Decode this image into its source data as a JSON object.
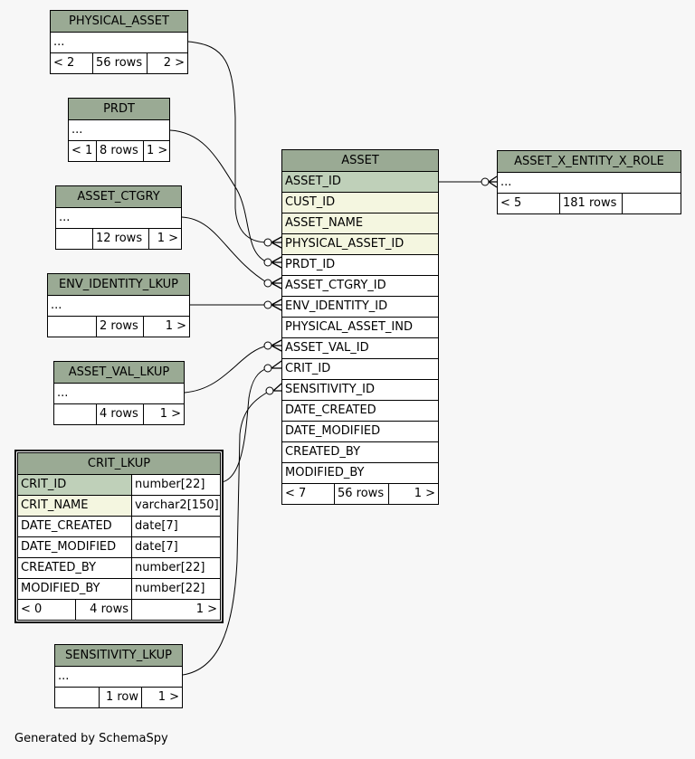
{
  "diagram": {
    "generator_note": "Generated by SchemaSpy",
    "colors": {
      "header": "#9aaa94",
      "primary_key": "#bfd0b9",
      "indexed": "#f4f6e0",
      "background": "#f7f7f7"
    },
    "tables": {
      "physical_asset": {
        "name": "PHYSICAL_ASSET",
        "rows": [
          "..."
        ],
        "footer": [
          "< 2",
          "56 rows",
          "2 >"
        ]
      },
      "prdt": {
        "name": "PRDT",
        "rows": [
          "..."
        ],
        "footer": [
          "< 1",
          "8 rows",
          "1 >"
        ]
      },
      "asset_ctgry": {
        "name": "ASSET_CTGRY",
        "rows": [
          "..."
        ],
        "footer": [
          "",
          "12 rows",
          "1 >"
        ]
      },
      "env_identity_lkup": {
        "name": "ENV_IDENTITY_LKUP",
        "rows": [
          "..."
        ],
        "footer": [
          "",
          "2 rows",
          "1 >"
        ]
      },
      "asset_val_lkup": {
        "name": "ASSET_VAL_LKUP",
        "rows": [
          "..."
        ],
        "footer": [
          "",
          "4 rows",
          "1 >"
        ]
      },
      "crit_lkup": {
        "name": "CRIT_LKUP",
        "columns": [
          {
            "name": "CRIT_ID",
            "type": "number[22]"
          },
          {
            "name": "CRIT_NAME",
            "type": "varchar2[150]"
          },
          {
            "name": "DATE_CREATED",
            "type": "date[7]"
          },
          {
            "name": "DATE_MODIFIED",
            "type": "date[7]"
          },
          {
            "name": "CREATED_BY",
            "type": "number[22]"
          },
          {
            "name": "MODIFIED_BY",
            "type": "number[22]"
          }
        ],
        "footer": [
          "< 0",
          "4 rows",
          "1 >"
        ]
      },
      "sensitivity_lkup": {
        "name": "SENSITIVITY_LKUP",
        "rows": [
          "..."
        ],
        "footer": [
          "",
          "1 row",
          "1 >"
        ]
      },
      "asset": {
        "name": "ASSET",
        "columns": [
          "ASSET_ID",
          "CUST_ID",
          "ASSET_NAME",
          "PHYSICAL_ASSET_ID",
          "PRDT_ID",
          "ASSET_CTGRY_ID",
          "ENV_IDENTITY_ID",
          "PHYSICAL_ASSET_IND",
          "ASSET_VAL_ID",
          "CRIT_ID",
          "SENSITIVITY_ID",
          "DATE_CREATED",
          "DATE_MODIFIED",
          "CREATED_BY",
          "MODIFIED_BY"
        ],
        "footer": [
          "< 7",
          "56 rows",
          "1 >"
        ]
      },
      "asset_x_entity_x_role": {
        "name": "ASSET_X_ENTITY_X_ROLE",
        "rows": [
          "..."
        ],
        "footer": [
          "< 5",
          "181 rows",
          ""
        ]
      }
    },
    "relationships": [
      {
        "from": "PHYSICAL_ASSET",
        "to": "ASSET.PHYSICAL_ASSET_ID"
      },
      {
        "from": "PRDT",
        "to": "ASSET.PRDT_ID"
      },
      {
        "from": "ASSET_CTGRY",
        "to": "ASSET.ASSET_CTGRY_ID"
      },
      {
        "from": "ENV_IDENTITY_LKUP",
        "to": "ASSET.ENV_IDENTITY_ID"
      },
      {
        "from": "ASSET_VAL_LKUP",
        "to": "ASSET.ASSET_VAL_ID"
      },
      {
        "from": "CRIT_LKUP.CRIT_ID",
        "to": "ASSET.CRIT_ID"
      },
      {
        "from": "SENSITIVITY_LKUP",
        "to": "ASSET.SENSITIVITY_ID"
      },
      {
        "from": "ASSET.ASSET_ID",
        "to": "ASSET_X_ENTITY_X_ROLE"
      }
    ]
  }
}
